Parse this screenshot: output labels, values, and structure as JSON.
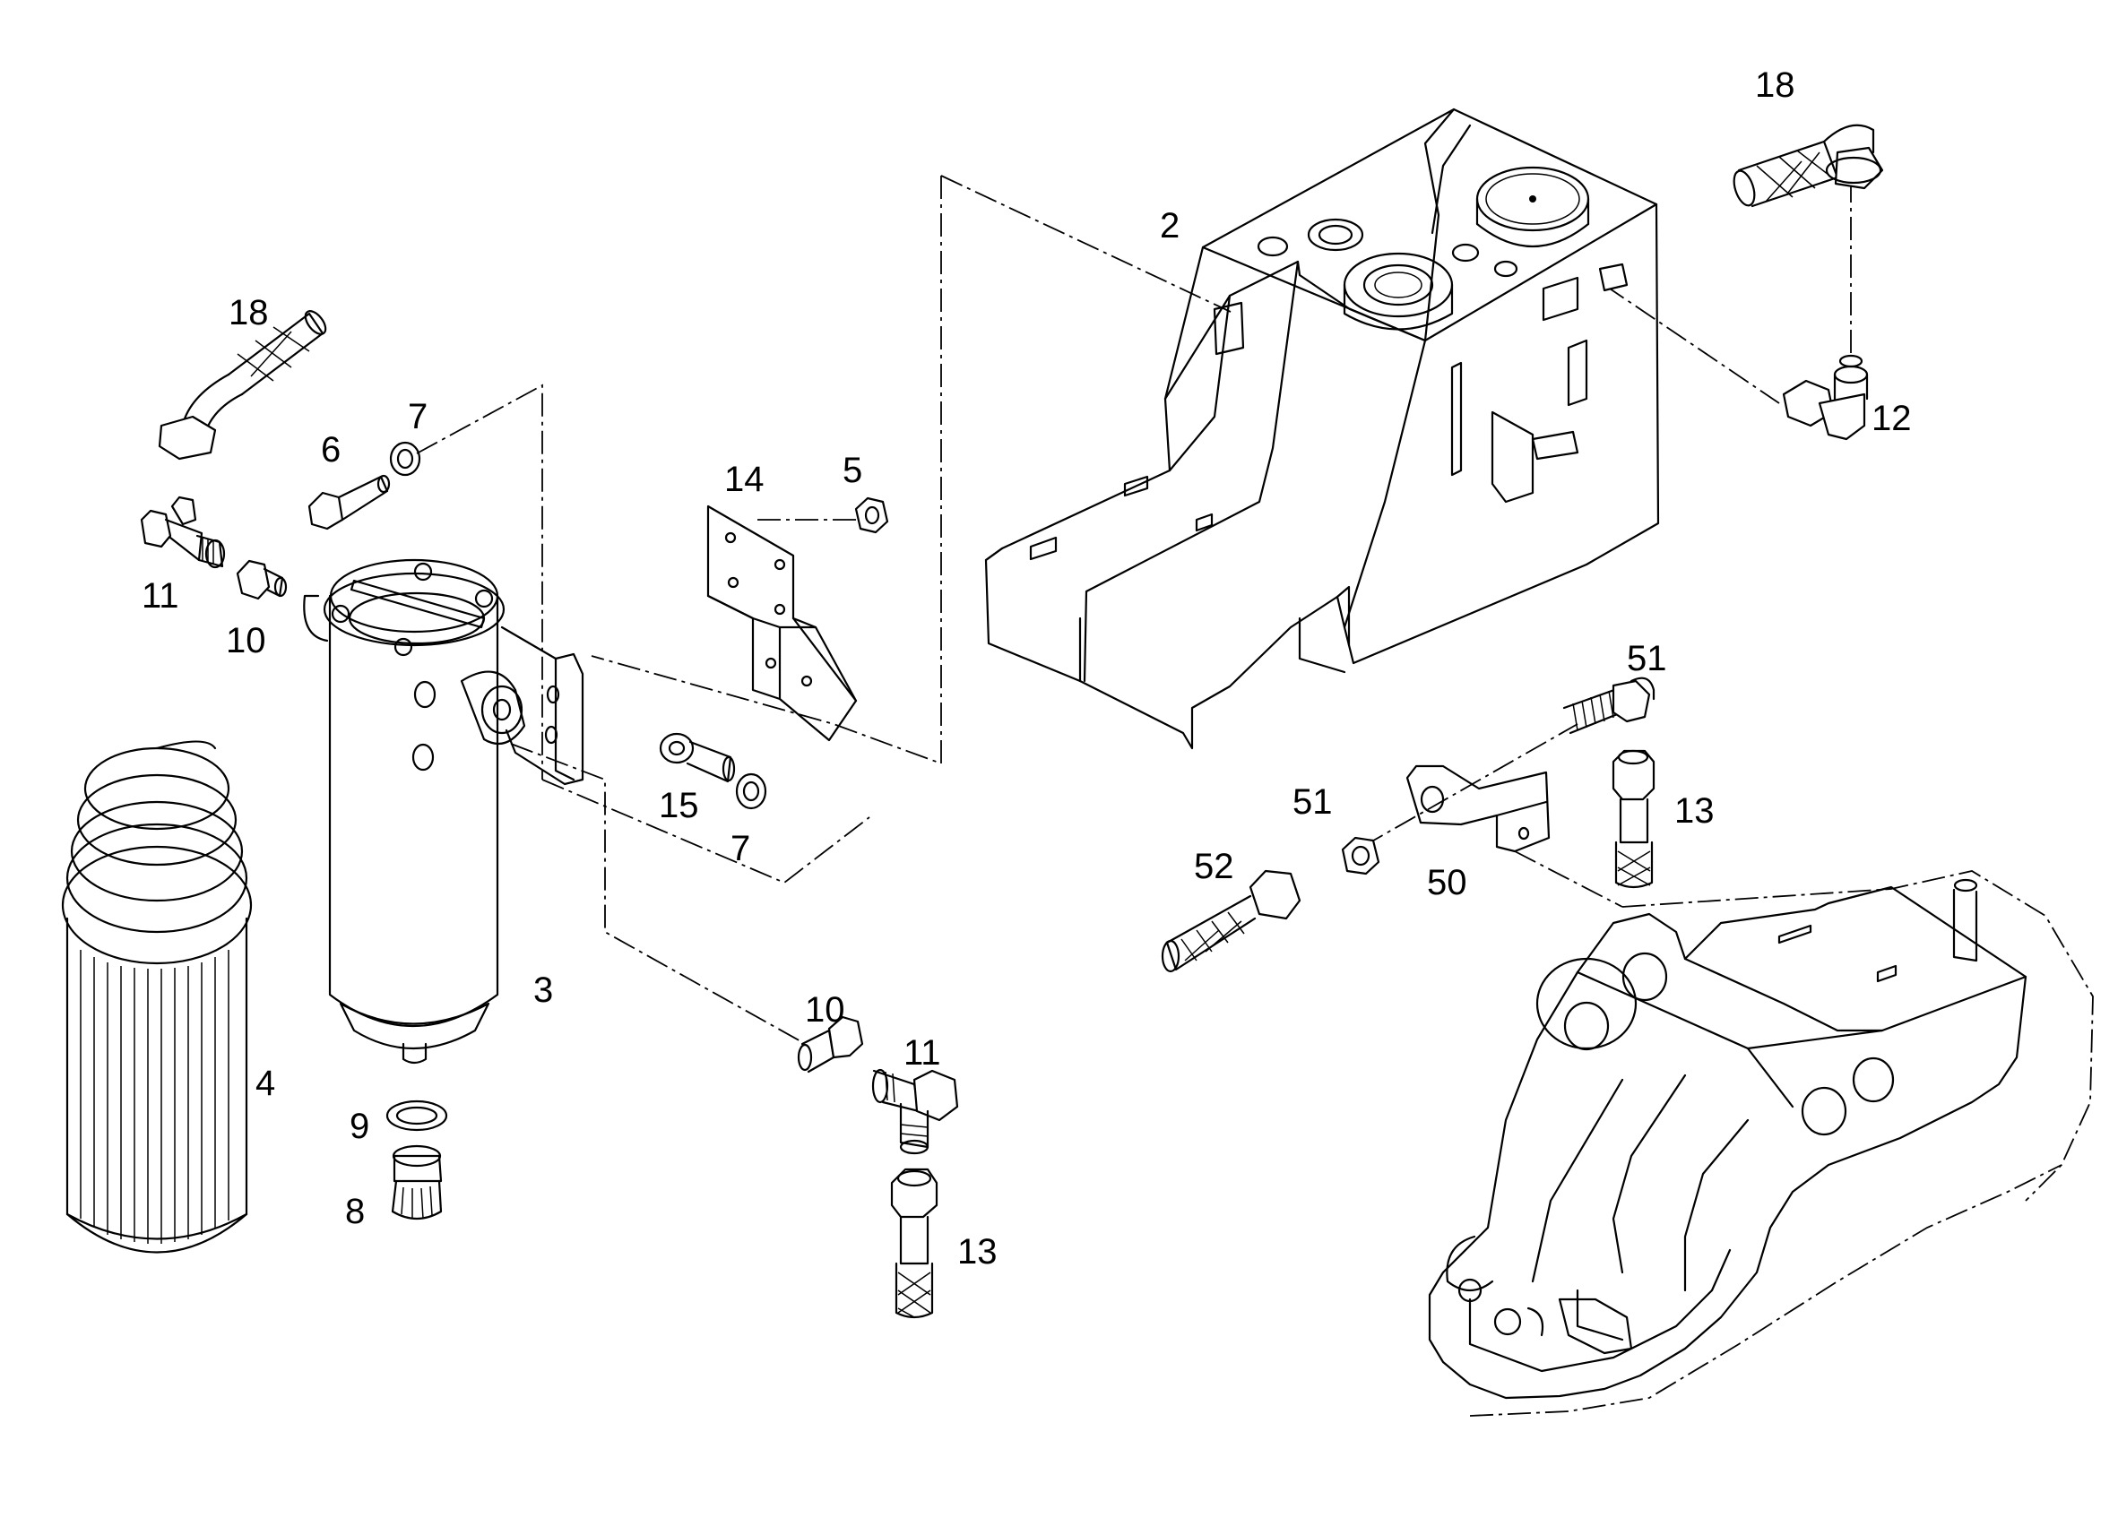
{
  "callouts": [
    {
      "id": "c-2",
      "text": "2"
    },
    {
      "id": "c-18a",
      "text": "18"
    },
    {
      "id": "c-18b",
      "text": "18"
    },
    {
      "id": "c-12",
      "text": "12"
    },
    {
      "id": "c-7a",
      "text": "7"
    },
    {
      "id": "c-6",
      "text": "6"
    },
    {
      "id": "c-14",
      "text": "14"
    },
    {
      "id": "c-5",
      "text": "5"
    },
    {
      "id": "c-11a",
      "text": "11"
    },
    {
      "id": "c-10a",
      "text": "10"
    },
    {
      "id": "c-15",
      "text": "15"
    },
    {
      "id": "c-7b",
      "text": "7"
    },
    {
      "id": "c-51a",
      "text": "51"
    },
    {
      "id": "c-13a",
      "text": "13"
    },
    {
      "id": "c-51b",
      "text": "51"
    },
    {
      "id": "c-50",
      "text": "50"
    },
    {
      "id": "c-52",
      "text": "52"
    },
    {
      "id": "c-3",
      "text": "3"
    },
    {
      "id": "c-4",
      "text": "4"
    },
    {
      "id": "c-10b",
      "text": "10"
    },
    {
      "id": "c-11b",
      "text": "11"
    },
    {
      "id": "c-9",
      "text": "9"
    },
    {
      "id": "c-8",
      "text": "8"
    },
    {
      "id": "c-13b",
      "text": "13"
    }
  ]
}
